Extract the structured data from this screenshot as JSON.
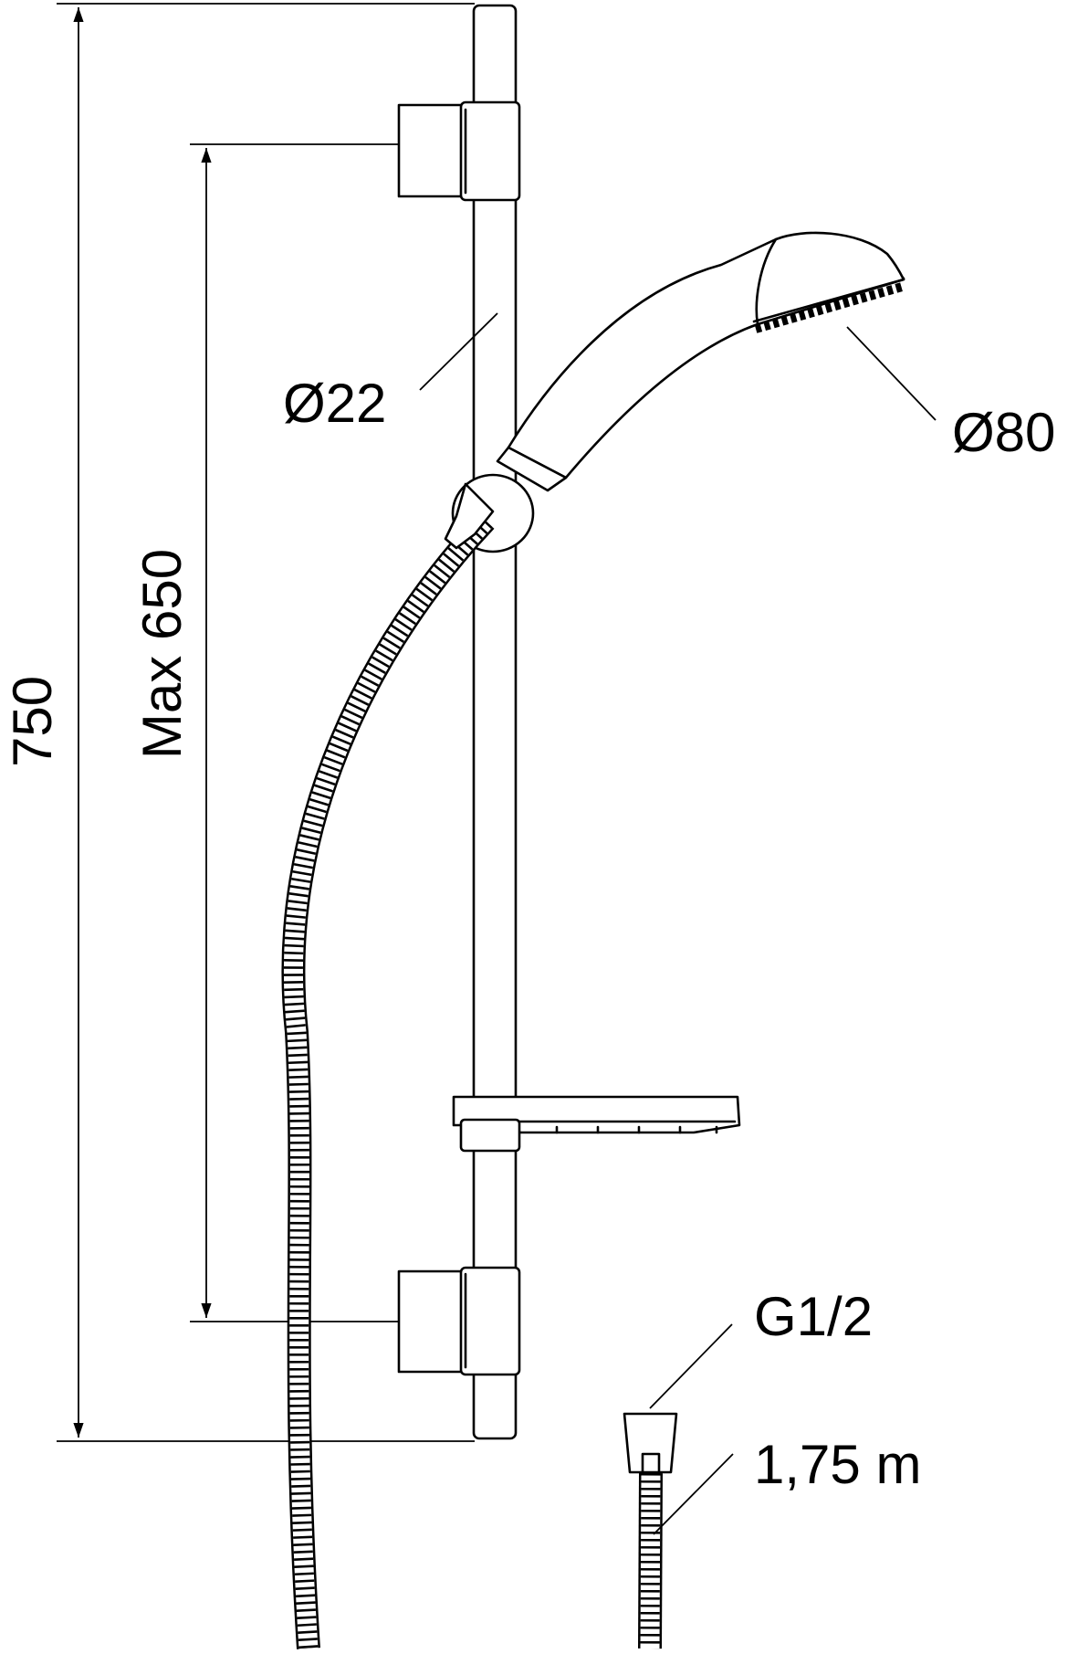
{
  "dimensions": {
    "overall_height": "750",
    "max_adjustment": "Max 650",
    "rail_diameter": "Ø22",
    "head_diameter": "Ø80",
    "thread": "G1/2",
    "hose_length": "1,75 m"
  },
  "colors": {
    "line": "#000000",
    "background": "#ffffff"
  }
}
